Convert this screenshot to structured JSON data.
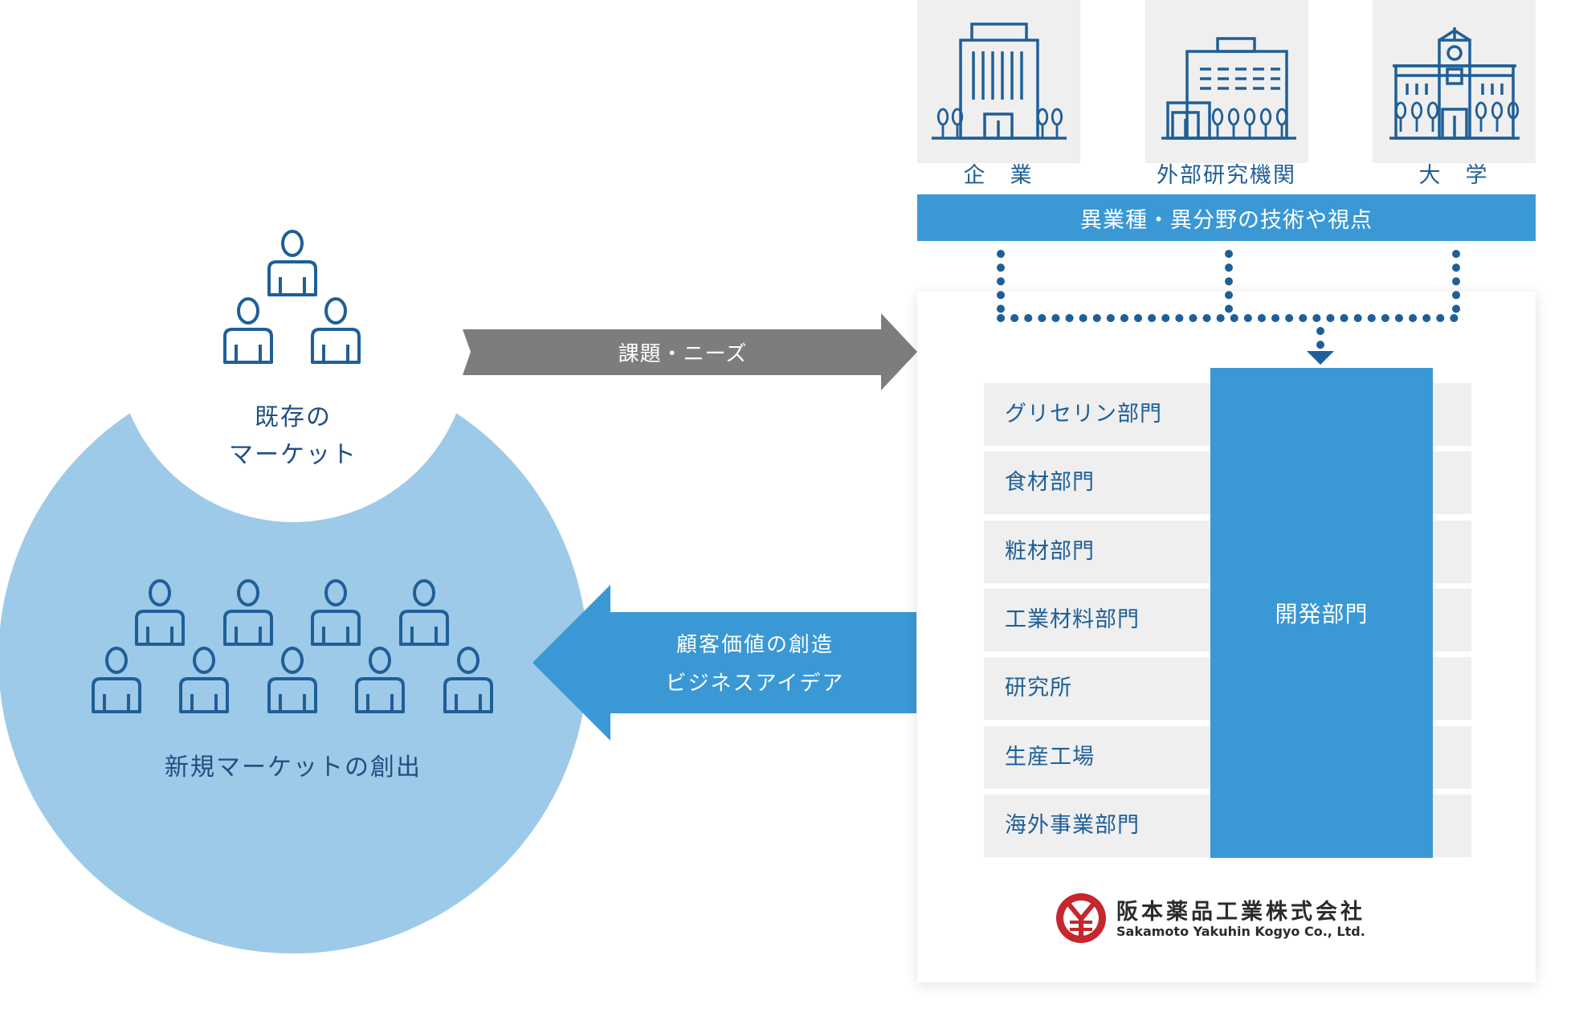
{
  "institutions": [
    {
      "label": "企　業",
      "icon": "office-building-icon"
    },
    {
      "label": "外部研究機関",
      "icon": "research-institute-icon"
    },
    {
      "label": "大　学",
      "icon": "university-icon"
    }
  ],
  "banner_text": "異業種・異分野の技術や視点",
  "arrow_needs": "課題・ニーズ",
  "arrow_value": {
    "line1": "顧客価値の創造",
    "line2": "ビジネスアイデア"
  },
  "existing_market": {
    "line1": "既存の",
    "line2": "マーケット"
  },
  "new_market": "新規マーケットの創出",
  "departments": [
    "グリセリン部門",
    "食材部門",
    "粧材部門",
    "工業材料部門",
    "研究所",
    "生産工場",
    "海外事業部門"
  ],
  "development": "開発部門",
  "company": {
    "name_jp": "阪本薬品工業株式会社",
    "name_en": "Sakamoto Yakuhin Kogyo Co., Ltd."
  },
  "colors": {
    "primary": "#3a98d5",
    "light": "#9dcae9",
    "dark": "#1f5f97",
    "gray_arrow": "#7d7d7d",
    "row_bg": "#efefef",
    "tile_bg": "#efefef",
    "logo_red": "#c6262d"
  }
}
